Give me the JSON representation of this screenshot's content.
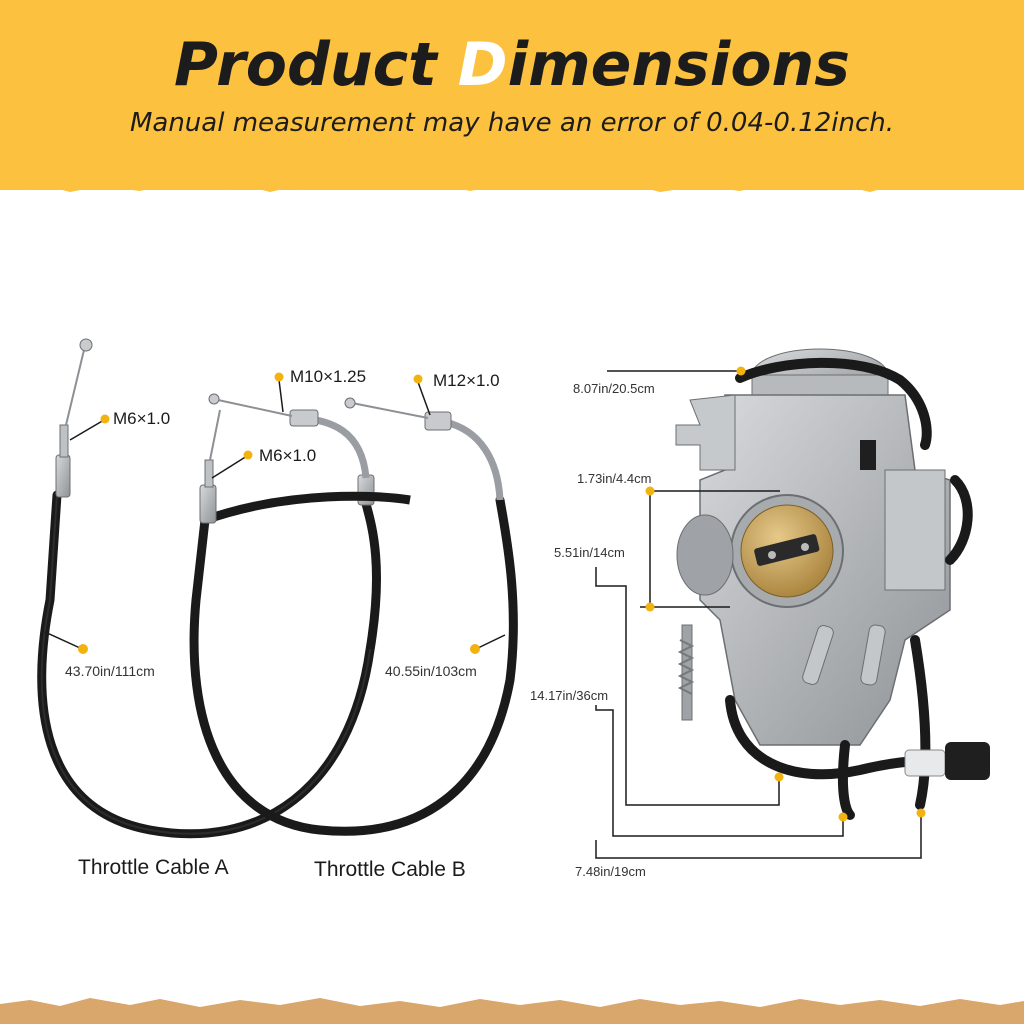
{
  "header": {
    "title_before": "Product ",
    "title_accent": "D",
    "title_after": "imensions",
    "subtitle": "Manual measurement may have an error of 0.04-0.12inch."
  },
  "colors": {
    "banner": "#fcc13e",
    "dot": "#f2b20f",
    "cable": "#1a1a1a",
    "metal": "#b9bcbf",
    "brass": "#c9a45a"
  },
  "cables": {
    "a_thread_top": "M6×1.0",
    "b_thread_left": "M6×1.0",
    "b_fitting_center": "M10×1.25",
    "b_fitting_right": "M12×1.0",
    "length_a": "43.70in/111cm",
    "length_b": "40.55in/103cm",
    "name_a": "Throttle Cable A",
    "name_b": "Throttle Cable B"
  },
  "carburetor": {
    "top_dim": "8.07in/20.5cm",
    "bore_dim": "1.73in/4.4cm",
    "height_dim": "5.51in/14cm",
    "depth_dim": "14.17in/36cm",
    "width_dim": "7.48in/19cm"
  }
}
